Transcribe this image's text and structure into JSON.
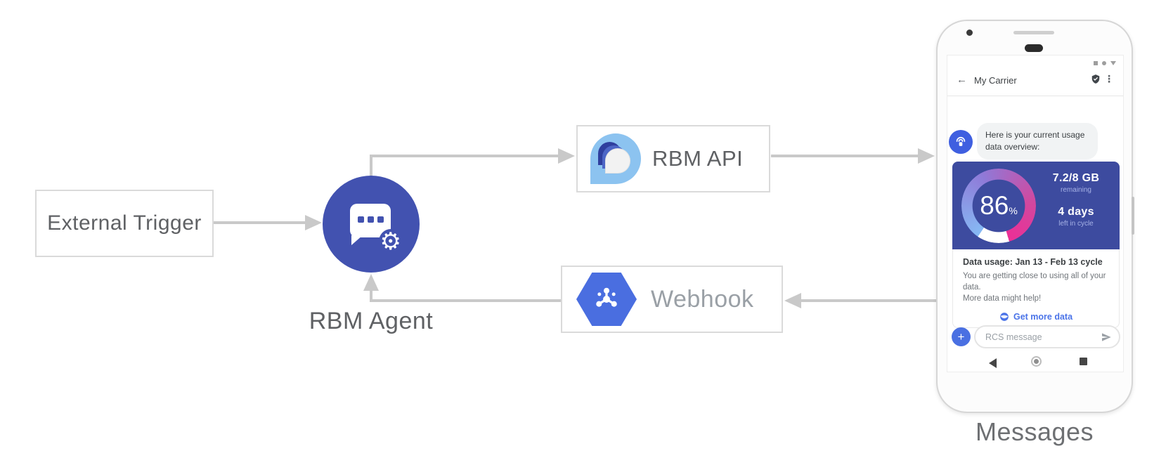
{
  "diagram": {
    "external_trigger": "External Trigger",
    "rbm_agent": "RBM Agent",
    "rbm_api": "RBM API",
    "webhook": "Webhook",
    "messages_caption": "Messages"
  },
  "icons": {
    "back": "←",
    "menu": "⋮",
    "gear": "⚙",
    "plus": "+"
  },
  "phone": {
    "header": {
      "title": "My Carrier"
    },
    "conversation": {
      "agent_message_lines": [
        "Here is your current usage",
        "data overview:"
      ]
    },
    "usage_card": {
      "percent_value": "86",
      "percent_unit": "%",
      "quota": "7.2/8 GB",
      "quota_caption": "remaining",
      "days_left": "4 days",
      "days_caption": "left in cycle",
      "title": "Data usage: Jan 13 - Feb 13 cycle",
      "body_lines": [
        "You are getting close to using all of your data.",
        "More data might help!"
      ],
      "cta_label": "Get more data"
    },
    "composer": {
      "placeholder": "RCS message"
    }
  },
  "colors": {
    "agent_indigo": "#4252b0",
    "card_indigo": "#3d4b9f",
    "webhook_blue": "#4a6ee0",
    "avatar_blue": "#3f5fe0",
    "cta_blue": "#4a73e8",
    "gauge_start_blue": "#86b9f4",
    "gauge_mid_purple": "#8f7ad8",
    "gauge_end_magenta": "#ec2f96",
    "arrow_gray": "#c9c9c9"
  }
}
